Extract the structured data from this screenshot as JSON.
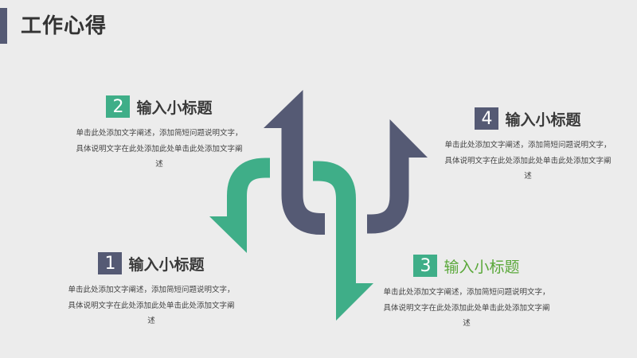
{
  "title": "工作心得",
  "colors": {
    "dark": "#555a74",
    "green": "#3fae88",
    "green_text": "#5aa83a"
  },
  "items": [
    {
      "num": "1",
      "title": "输入小标题",
      "desc": "单击此处添加文字阐述，添加简短问题说明文字，具体说明文字在此处添加此处单击此处添加文字阐述"
    },
    {
      "num": "2",
      "title": "输入小标题",
      "desc": "单击此处添加文字阐述，添加简短问题说明文字，具体说明文字在此处添加此处单击此处添加文字阐述"
    },
    {
      "num": "3",
      "title": "输入小标题",
      "desc": "单击此处添加文字阐述，添加简短问题说明文字，具体说明文字在此处添加此处单击此处添加文字阐述"
    },
    {
      "num": "4",
      "title": "输入小标题",
      "desc": "单击此处添加文字阐述，添加简短问题说明文字，具体说明文字在此处添加此处单击此处添加文字阐述"
    }
  ]
}
